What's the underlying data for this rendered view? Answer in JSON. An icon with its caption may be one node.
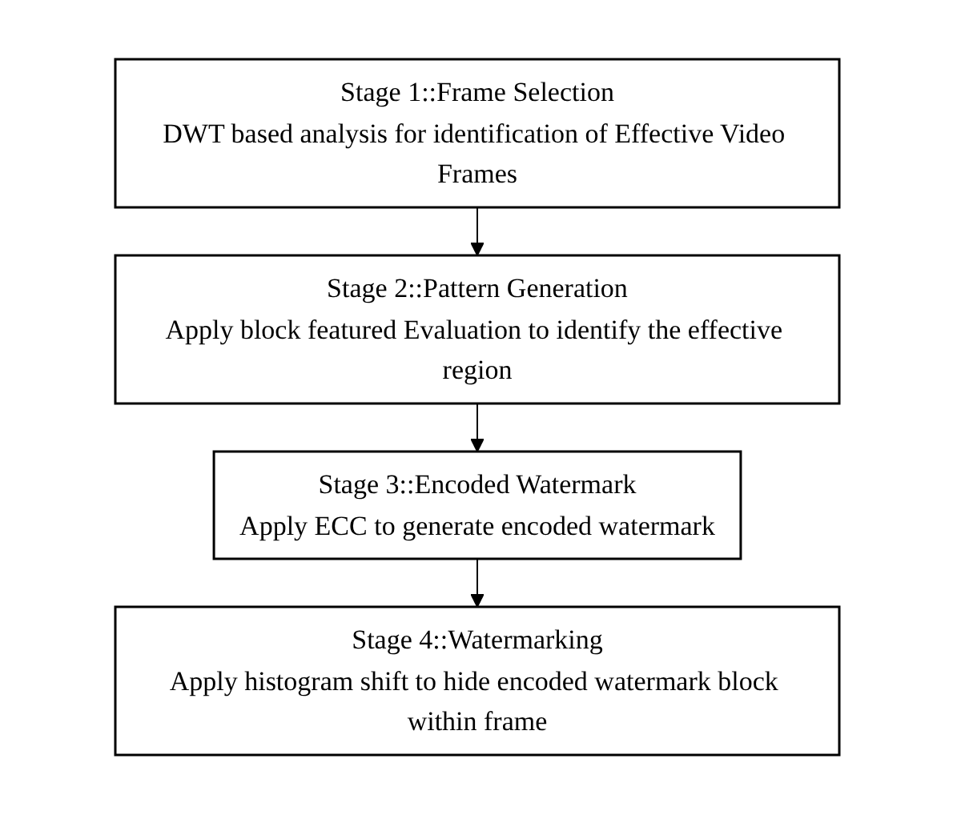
{
  "diagram": {
    "nodes": [
      {
        "text": [
          "Stage 1::Frame Selection",
          "DWT based analysis for identification of Effective Video Frames"
        ]
      },
      {
        "text": [
          "Stage 2::Pattern Generation",
          "Apply block featured Evaluation to identify the effective region"
        ]
      },
      {
        "text": [
          "Stage 3::Encoded Watermark",
          "Apply ECC to generate encoded watermark"
        ]
      },
      {
        "text": [
          "Stage 4::Watermarking",
          "Apply histogram shift to hide encoded watermark block within frame"
        ]
      }
    ],
    "edges": [
      {
        "from": 0,
        "to": 1,
        "arrow": "to"
      },
      {
        "from": 1,
        "to": 2,
        "arrow": "to"
      },
      {
        "from": 2,
        "to": 3,
        "arrow": "to"
      }
    ]
  }
}
